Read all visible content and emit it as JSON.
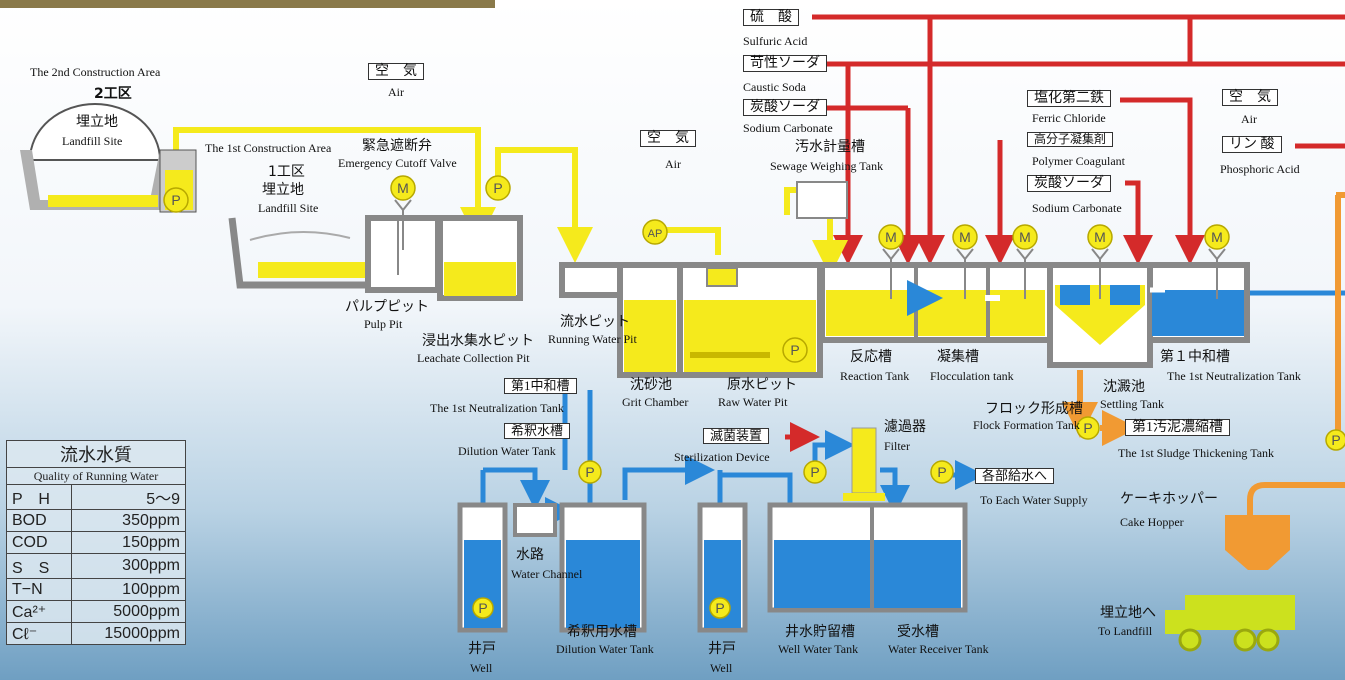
{
  "colors": {
    "yellow": "#f5ea1c",
    "blue": "#2a88d8",
    "red": "#d42a2a",
    "orange": "#f19a33",
    "gray": "#b0b0b0"
  },
  "labels": {
    "second_area_en": "The 2nd Construction Area",
    "second_area_jp": "2工区",
    "landfill_jp": "埋立地",
    "landfill_en": "Landfill Site",
    "first_area_en": "The 1st Construction Area",
    "first_area_jp": "1工区",
    "landfill2_jp": "埋立地",
    "landfill2_en": "Landfill Site",
    "air_jp": "空　気",
    "air_en": "Air",
    "cutoff_jp": "緊急遮断弁",
    "cutoff_en": "Emergency Cutoff Valve",
    "pulp_jp": "パルプピット",
    "pulp_en": "Pulp Pit",
    "leachate_jp": "浸出水集水ピット",
    "leachate_en": "Leachate Collection Pit",
    "running_jp": "流水ピット",
    "running_en": "Running Water Pit",
    "air2_jp": "空　気",
    "air2_en": "Air",
    "grit_jp": "沈砂池",
    "grit_en": "Grit Chamber",
    "raw_jp": "原水ピット",
    "raw_en": "Raw Water Pit",
    "sewage_jp": "汚水計量槽",
    "sewage_en": "Sewage Weighing Tank",
    "sulfuric_jp": "硫　酸",
    "sulfuric_en": "Sulfuric Acid",
    "caustic_jp": "苛性ソーダ",
    "caustic_en": "Caustic Soda",
    "carbonate_jp": "炭酸ソーダ",
    "carbonate_en": "Sodium Carbonate",
    "ferric_jp": "塩化第二鉄",
    "ferric_en": "Ferric Chloride",
    "polymer_jp": "高分子凝集剤",
    "polymer_en": "Polymer Coagulant",
    "carbonate2_jp": "炭酸ソーダ",
    "carbonate2_en": "Sodium Carbonate",
    "air3_jp": "空　気",
    "air3_en": "Air",
    "phos_jp": "リン 酸",
    "phos_en": "Phosphoric Acid",
    "reaction_jp": "反応槽",
    "reaction_en": "Reaction Tank",
    "floc_jp": "凝集槽",
    "floc_en": "Flocculation tank",
    "settling_jp": "沈澱池",
    "settling_en": "Settling Tank",
    "neut_jp": "第１中和槽",
    "neut_en": "The 1st Neutralization Tank",
    "flocform_jp": "フロック形成槽",
    "flocform_en": "Flock Formation Tank",
    "sludge_jp": "第1汚泥濃縮槽",
    "sludge_en": "The 1st Sludge Thickening Tank",
    "cake_jp": "ケーキホッパー",
    "cake_en": "Cake Hopper",
    "tolandfill_jp": "埋立地へ",
    "tolandfill_en": "To Landfill",
    "neut2_jp": "第1中和槽",
    "neut2_en": "The 1st Neutralization Tank",
    "dilutiontank_jp": "希釈水槽",
    "dilutiontank_en": "Dilution Water Tank",
    "steril_jp": "滅菌装置",
    "steril_en": "Sterilization Device",
    "filter_jp": "濾過器",
    "filter_en": "Filter",
    "supply_jp": "各部給水へ",
    "supply_en": "To Each Water Supply",
    "channel_jp": "水路",
    "channel_en": "Water Channel",
    "dilution_jp": "希釈用水槽",
    "dilution_en": "Dilution Water Tank",
    "well_jp": "井戸",
    "well_en": "Well",
    "well2_jp": "井戸",
    "well2_en": "Well",
    "wellwater_jp": "井水貯留槽",
    "wellwater_en": "Well Water Tank",
    "receiver_jp": "受水槽",
    "receiver_en": "Water Receiver Tank"
  },
  "equipment": {
    "pump": "P",
    "motor": "M",
    "air_pump": "AP"
  },
  "quality": {
    "title_jp": "流水水質",
    "title_en": "Quality of Running Water",
    "rows": [
      {
        "param": "P　H",
        "value": "5～9"
      },
      {
        "param": "BOD",
        "value": "350ppm"
      },
      {
        "param": "COD",
        "value": "150ppm"
      },
      {
        "param": "S　S",
        "value": "300ppm"
      },
      {
        "param": "T−N",
        "value": "100ppm"
      },
      {
        "param": "Ca²⁺",
        "value": "5000ppm"
      },
      {
        "param": "Cℓ⁻",
        "value": "15000ppm"
      }
    ]
  }
}
